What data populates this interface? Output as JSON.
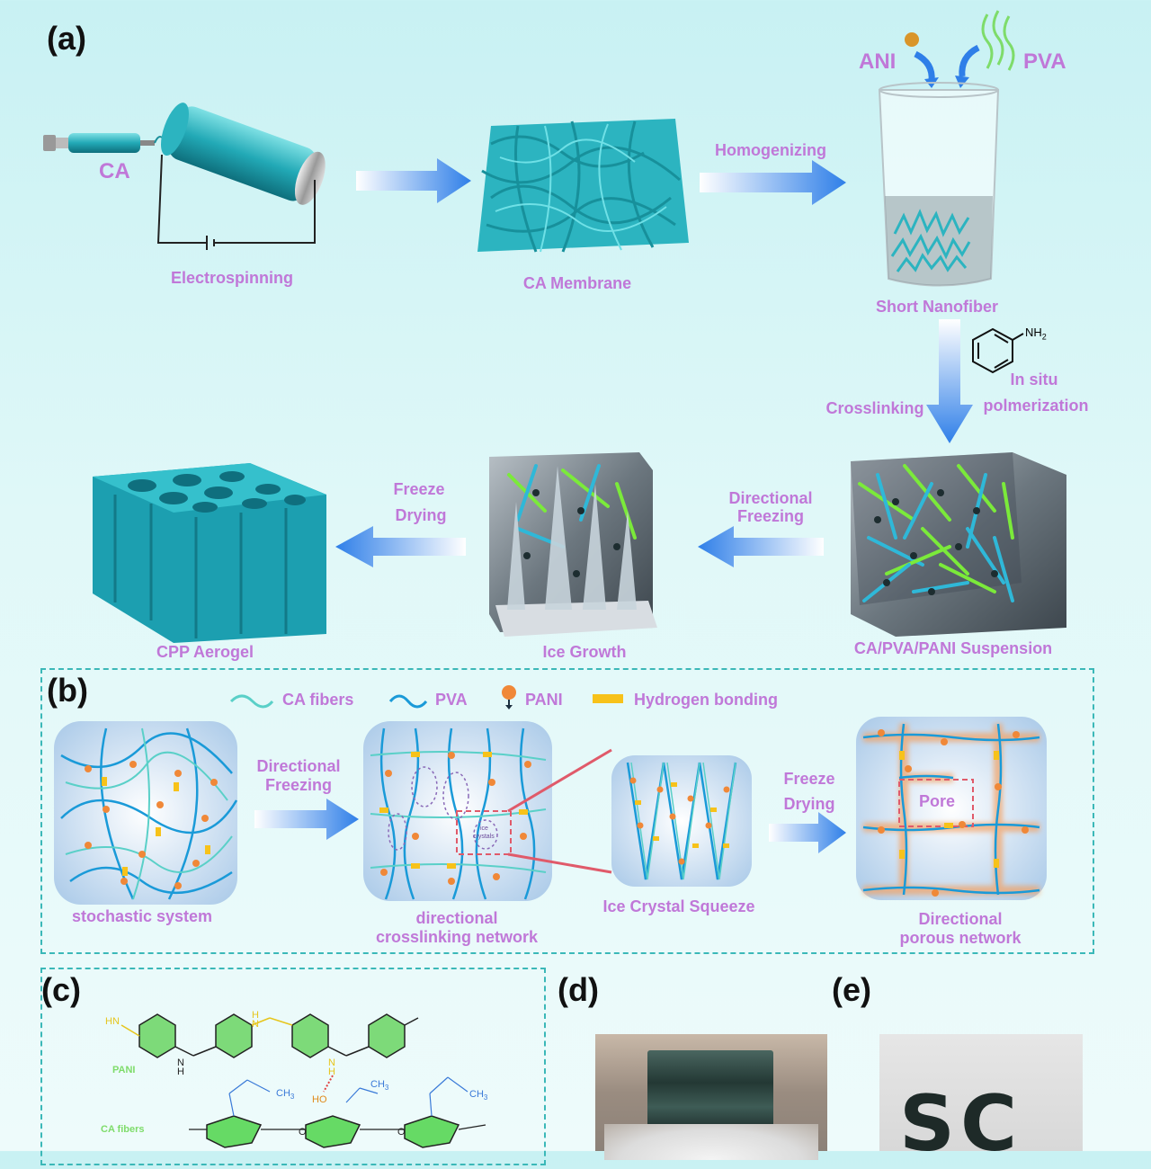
{
  "panels": {
    "a": "(a)",
    "b": "(b)",
    "c": "(c)",
    "d": "(d)",
    "e": "(e)"
  },
  "panel_a": {
    "syringe_label": "CA",
    "electrospinning": "Electrospinning",
    "membrane": "CA Membrane",
    "homogenizing": "Homogenizing",
    "ani": "ANI",
    "pva": "PVA",
    "short_nanofiber": "Short Nanofiber",
    "nh2": "NH",
    "nh2_sub": "2",
    "in_situ_1": "In situ",
    "in_situ_2": "polmerization",
    "crosslinking": "Crosslinking",
    "suspension": "CA/PVA/PANI Suspension",
    "directional_freezing_1": "Directional",
    "directional_freezing_2": "Freezing",
    "ice_growth": "Ice Growth",
    "freeze_drying_1": "Freeze",
    "freeze_drying_2": "Drying",
    "aerogel": "CPP Aerogel"
  },
  "panel_b": {
    "legend": {
      "ca_fibers": "CA fibers",
      "pva": "PVA",
      "pani": "PANI",
      "hbond": "Hydrogen bonding"
    },
    "stochastic": "stochastic system",
    "dir_freezing_1": "Directional",
    "dir_freezing_2": "Freezing",
    "network_1": "directional",
    "network_2": "crosslinking network",
    "ice_small_1": "ice",
    "ice_small_2": "crystals",
    "squeeze": "Ice Crystal Squeeze",
    "freeze_drying_1": "Freeze",
    "freeze_drying_2": "Drying",
    "pore": "Pore",
    "porous_1": "Directional",
    "porous_2": "porous network"
  },
  "panel_c": {
    "hn": "HN",
    "n1": "H",
    "n1b": "N",
    "n2": "H",
    "n2b": "N",
    "n3": "H",
    "n3b": "N",
    "pani": "PANI",
    "ca_fibers": "CA fibers",
    "ho": "HO",
    "ch3_1": "CH",
    "ch3_2": "CH",
    "ch3_3": "CH",
    "ch3_sub": "3",
    "o": "O"
  },
  "panel_e": {
    "sc": "SC"
  },
  "colors": {
    "label_purple": "#c078d8",
    "fiber_teal": "#2fb8c8",
    "arrow_blue": "#3a8ef0",
    "dash_teal": "#3bb8b8",
    "pani_orange": "#f08838",
    "hbond_yellow": "#f7c21a",
    "green_ring": "#66d65a"
  }
}
